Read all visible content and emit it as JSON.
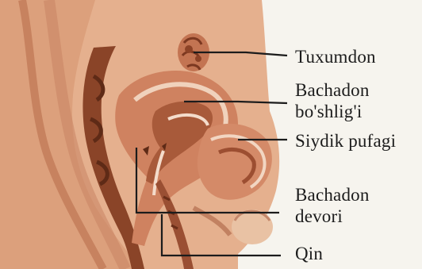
{
  "labels": {
    "ovary": "Tuxumdon",
    "uterine_cavity_line1": "Bachadon",
    "uterine_cavity_line2": "bo'shlig'i",
    "bladder": "Siydik pufagi",
    "uterine_wall_line1": "Bachadon",
    "uterine_wall_line2": "devori",
    "vagina": "Qin"
  },
  "colors": {
    "background": "#f6f4ee",
    "skin": "#e7b493",
    "tissue": "#cf8864",
    "organ_dark": "#8e4a2f",
    "leader_line": "#1c1c1c"
  }
}
